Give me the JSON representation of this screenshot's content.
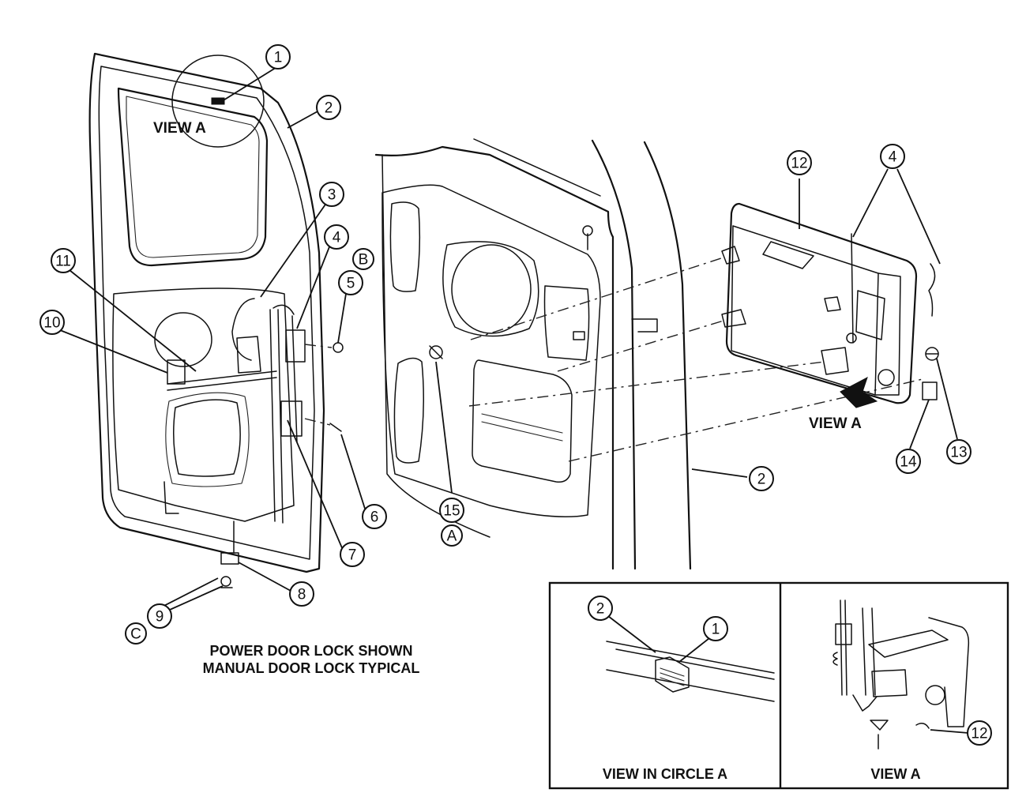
{
  "callouts": {
    "c1": "1",
    "c2": "2",
    "c3": "3",
    "c4": "4",
    "c5": "5",
    "c6": "6",
    "c7": "7",
    "c8": "8",
    "c9": "9",
    "c10": "10",
    "c11": "11",
    "c12": "12",
    "c13": "13",
    "c14": "14",
    "c15": "15",
    "cA": "A",
    "cB": "B",
    "cC": "C"
  },
  "labels": {
    "view_a_circle": "VIEW A",
    "view_a_arrow": "VIEW A",
    "caption_line1": "POWER DOOR LOCK SHOWN",
    "caption_line2": "MANUAL DOOR LOCK TYPICAL",
    "inset_left_title": "VIEW IN CIRCLE A",
    "inset_right_title": "VIEW A"
  }
}
